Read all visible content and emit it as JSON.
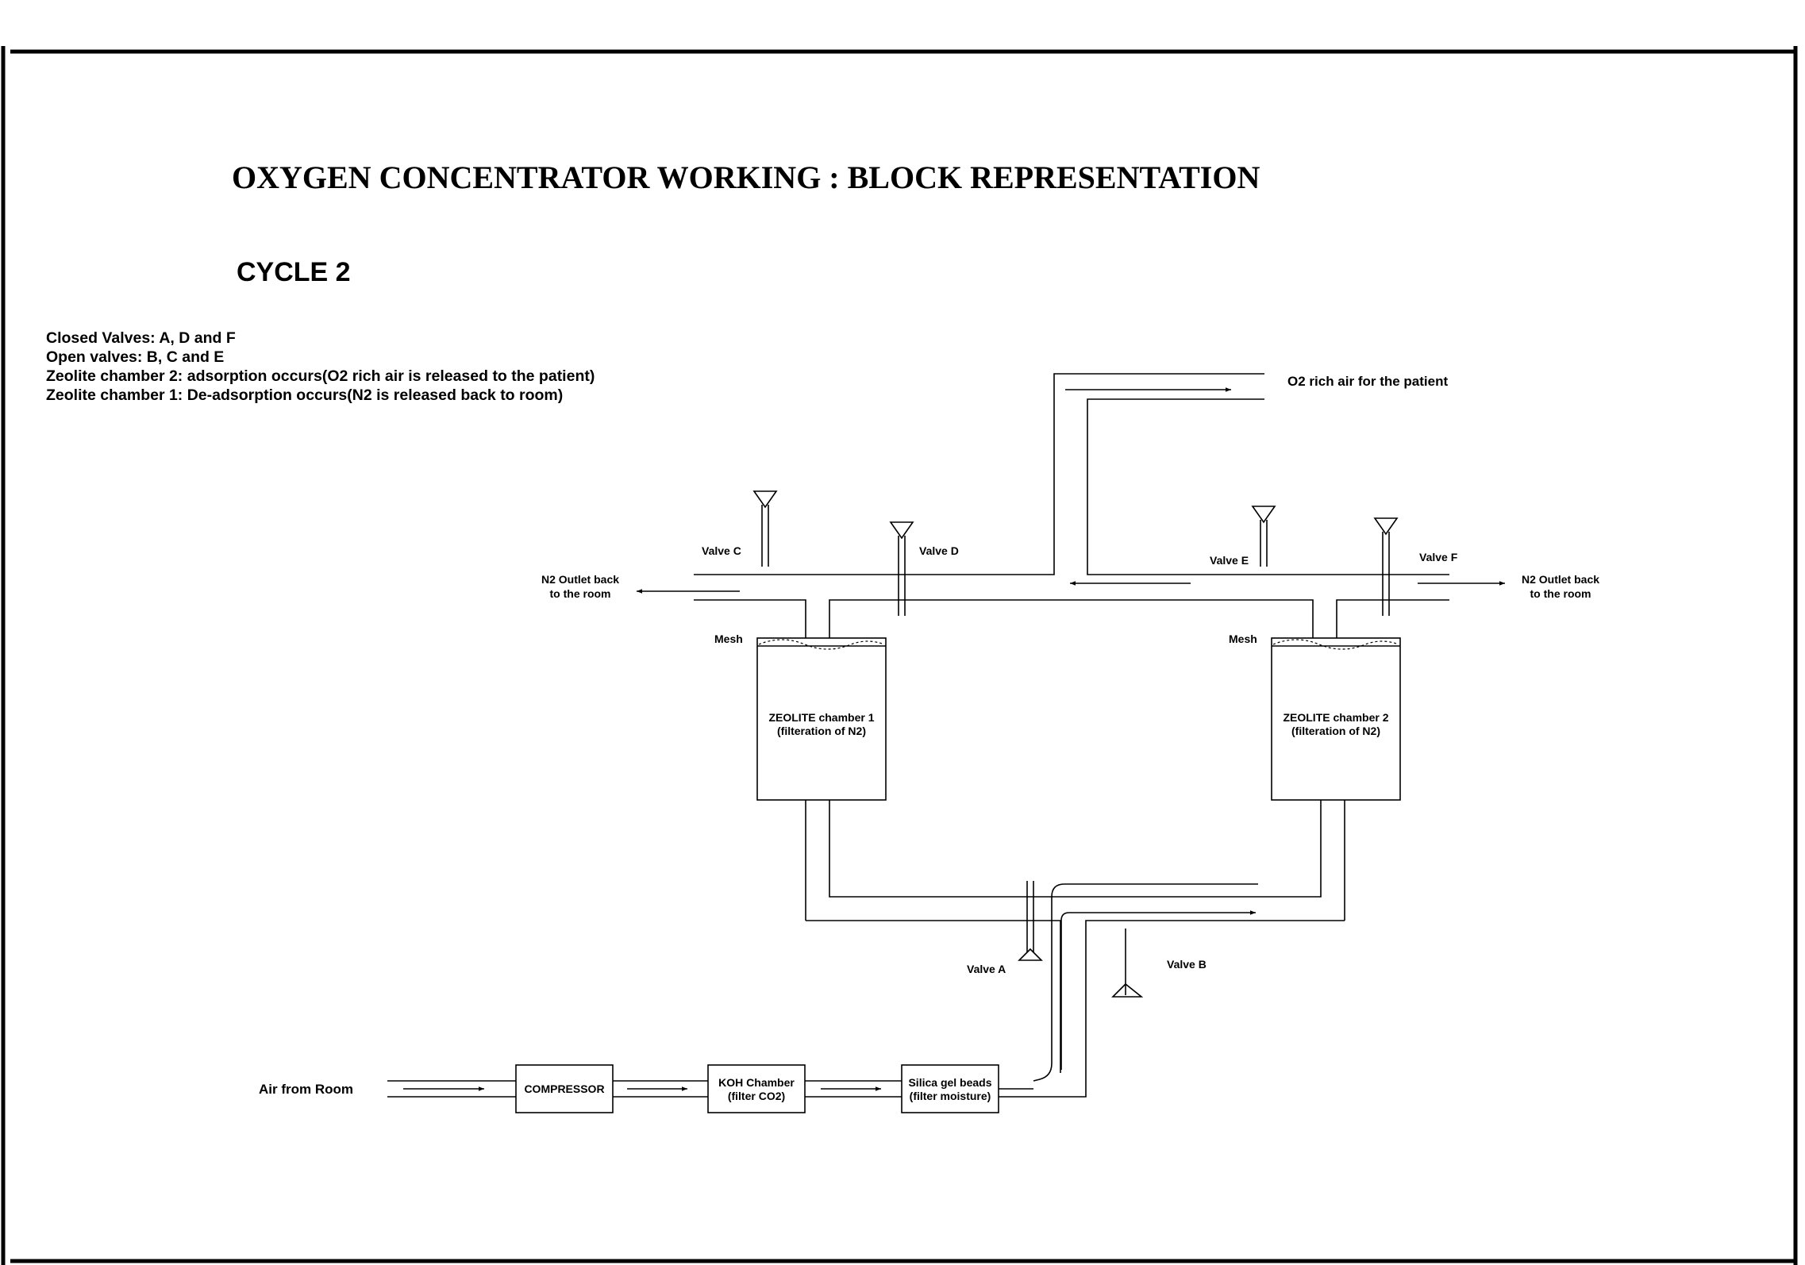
{
  "title": "OXYGEN CONCENTRATOR WORKING : BLOCK REPRESENTATION",
  "subtitle": "CYCLE 2",
  "notes": [
    "Closed Valves: A, D and F",
    "Open valves: B, C and E",
    "Zeolite chamber 2: adsorption occurs(O2 rich air is released to the patient)",
    "Zeolite chamber 1: De-adsorption occurs(N2 is released back to room)"
  ],
  "inlet_label": "Air from Room",
  "blocks": {
    "compressor": [
      "COMPRESSOR"
    ],
    "koh": [
      "KOH Chamber",
      "(filter CO2)"
    ],
    "silica": [
      "Silica gel beads",
      "(filter moisture)"
    ],
    "zeolite1": [
      "ZEOLITE chamber 1",
      "(filteration of N2)"
    ],
    "zeolite2": [
      "ZEOLITE chamber 2",
      "(filteration of N2)"
    ]
  },
  "mesh_label": "Mesh",
  "valves": {
    "a": "Valve A",
    "b": "Valve B",
    "c": "Valve C",
    "d": "Valve D",
    "e": "Valve E",
    "f": "Valve F"
  },
  "n2_outlet": [
    "N2 Outlet back",
    "to the room"
  ],
  "o2_outlet": "O2 rich air for the patient"
}
